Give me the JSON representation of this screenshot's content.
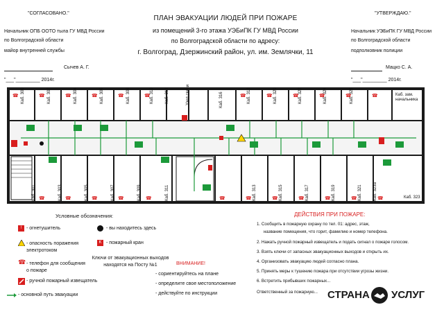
{
  "header_left": {
    "approved": "\"СОГЛАСОВАНО.\"",
    "line1": "Начальник ОПБ ООТО тыла ГУ МВД России",
    "line2": "по Волгоградской области",
    "line3": "майор внутренней службы",
    "sign_name": "Сычев А. Г.",
    "date": "\"___\"_________ 2014г."
  },
  "header_right": {
    "approved": "\"УТВЕРЖДАЮ.\"",
    "line1": "Начальник УЭБиПК ГУ МВД России",
    "line2": "по Волгоградской области",
    "line3": "подполковник полиции",
    "sign_name": "Мацко С. А.",
    "date": "\"___\"_________ 2014г."
  },
  "title": {
    "main": "ПЛАН ЭВАКУАЦИИ ЛЮДЕЙ ПРИ ПОЖАРЕ",
    "sub1": "из помещений 3-го этажа УЭБиПК ГУ МВД России",
    "sub2": "по Волгоградской области по адресу:",
    "sub3": "г. Волгоград, Дзержинский район, ул. им. Землячки, 11"
  },
  "rooms_top": [
    {
      "label": "Каб. 300"
    },
    {
      "label": "Каб. 302"
    },
    {
      "label": "Каб. 304"
    },
    {
      "label": "Каб. 306"
    },
    {
      "label": "Каб. 308"
    },
    {
      "label": "Каб. 310"
    },
    {
      "label": "Каб. 312"
    },
    {
      "label": "Узел связи"
    },
    {
      "label": "Каб. 316"
    },
    {
      "label": "Каб. 318"
    },
    {
      "label": "Каб. 320"
    },
    {
      "label": "Каб. 322"
    },
    {
      "label": "Каб. 324"
    },
    {
      "label": "Каб. 326"
    },
    {
      "label": "Каб. зам. начальника"
    }
  ],
  "rooms_bottom": [
    {
      "label": "Каб. 301"
    },
    {
      "label": "Каб. 303"
    },
    {
      "label": "Каб. 305"
    },
    {
      "label": "Каб. 307"
    },
    {
      "label": "Каб. 309"
    },
    {
      "label": "Каб. 311"
    },
    {
      "label": "Каб. 313"
    },
    {
      "label": "Каб. 315"
    },
    {
      "label": "Каб. 317"
    },
    {
      "label": "Каб. 319"
    },
    {
      "label": "Каб. 321"
    },
    {
      "label": "Каб. 323а"
    },
    {
      "label": "Каб. 323"
    }
  ],
  "legend": {
    "title": "Условные обозначения:",
    "items": [
      {
        "text": "- огнетушитель"
      },
      {
        "text": "- вы находитесь здесь"
      },
      {
        "text": "- опасность поражения электротоком"
      },
      {
        "text": "- пожарный кран"
      },
      {
        "text": "- телефон для сообщения о пожаре"
      },
      {
        "text": "- ручной пожарный извещатель"
      },
      {
        "text": "- основной путь эвакуации"
      }
    ],
    "keys_note": "Ключи от эвакуационных выходов находятся на Посту №1"
  },
  "attention": {
    "title": "ВНИМАНИЕ!",
    "items": [
      "- сориентируйтесь на плане",
      "- определите свое местоположение",
      "- действуйте по инструкции"
    ]
  },
  "actions": {
    "title": "ДЕЙСТВИЯ ПРИ ПОЖАРЕ:",
    "items": [
      "1. Сообщить в пожарную охрану по тел. 01: адрес, этаж,",
      "название помещения, что горит, фамилию и номер телефона.",
      "2. Нажать ручной пожарный извещатель и подать сигнал о пожаре голосом.",
      "3. Взять ключи от запасных эвакуационных выходов и открыть их.",
      "4. Организовать эвакуацию людей согласно плана.",
      "5. Принять меры к тушению пожара при отсутствии угрозы жизни.",
      "6. Встретить прибывших пожарных...",
      "Ответственный за пожарную..."
    ]
  },
  "brand": {
    "left": "СТРАНА",
    "right": "УСЛУГ"
  },
  "colors": {
    "evac_green": "#1c9a3a",
    "fire_red": "#d81e1e",
    "wall": "#1a1a1a"
  }
}
